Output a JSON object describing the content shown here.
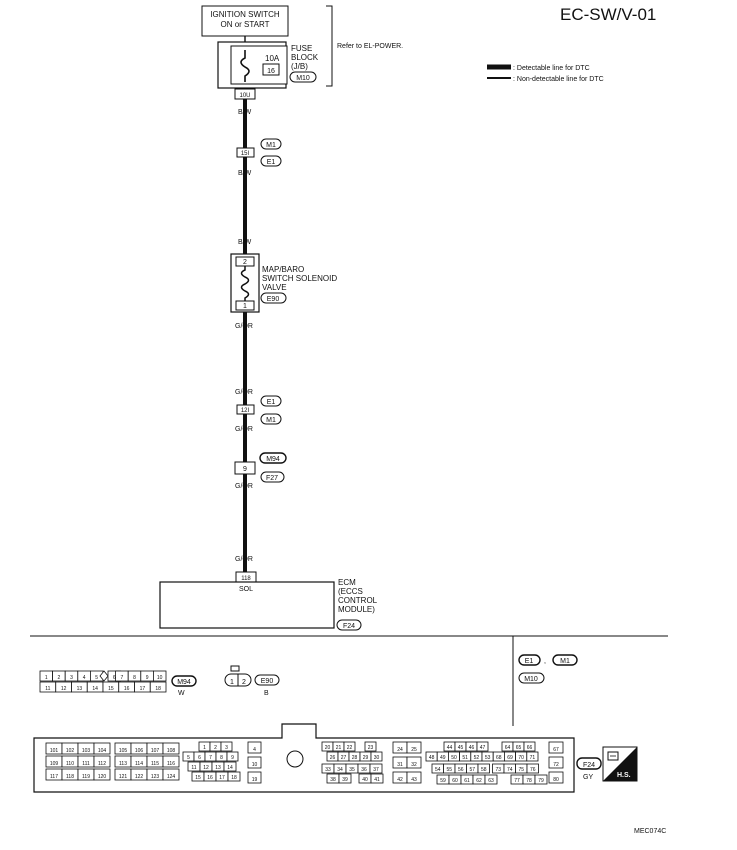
{
  "diagram": {
    "title": "EC-SW/V-01",
    "figure_code": "MEC074C",
    "legend": {
      "detectable": ": Detectable line for DTC",
      "non_detectable": ": Non-detectable line for DTC"
    },
    "ignition": {
      "line1": "IGNITION SWITCH",
      "line2": "ON or START"
    },
    "fuse": {
      "line1": "FUSE",
      "line2": "BLOCK",
      "line3": "(J/B)",
      "amp": "10A",
      "num": "16",
      "connector": "M10",
      "terminal": "10U"
    },
    "refer_note": "Refer to EL-POWER.",
    "wires": {
      "bw": "B/W",
      "gor": "G/OR"
    },
    "joint1": {
      "pin": "15I",
      "top": "M1",
      "bottom": "E1"
    },
    "solenoid": {
      "line1": "MAP/BARO",
      "line2": "SWITCH SOLENOID",
      "line3": "VALVE",
      "connector": "E90",
      "pin_top": "2",
      "pin_bottom": "1"
    },
    "joint2": {
      "pin": "12I",
      "top": "E1",
      "bottom": "M1"
    },
    "joint3": {
      "pin": "9",
      "top": "M94",
      "bottom": "F27"
    },
    "ecm": {
      "pin": "118",
      "sol": "SOL",
      "line1": "ECM",
      "line2": "(ECCS",
      "line3": "CONTROL",
      "line4": "MODULE)",
      "connector": "F24"
    },
    "bottom": {
      "m94": {
        "row1": [
          "1",
          "2",
          "3",
          "4",
          "5",
          "6",
          "7",
          "8",
          "9",
          "10"
        ],
        "row2": [
          "11",
          "12",
          "13",
          "14",
          "15",
          "16",
          "17",
          "18"
        ],
        "label": "M94",
        "color": "W"
      },
      "e90": {
        "pins": [
          "1",
          "2"
        ],
        "label": "E90",
        "color": "B"
      },
      "refs": {
        "e1": "E1",
        "m1": "M1",
        "sep": ",",
        "m10": "M10"
      },
      "f24": {
        "label": "F24",
        "color": "GY",
        "hs": "H.S."
      },
      "ecm_block_a": [
        [
          "101",
          "102",
          "103",
          "104"
        ],
        [
          "109",
          "110",
          "111",
          "112"
        ],
        [
          "117",
          "118",
          "119",
          "120"
        ]
      ],
      "ecm_block_b": [
        [
          "105",
          "106",
          "107",
          "108"
        ],
        [
          "113",
          "114",
          "115",
          "116"
        ],
        [
          "121",
          "122",
          "123",
          "124"
        ]
      ],
      "ecm_block_c": [
        [
          "1",
          "2",
          "3"
        ],
        [
          "5",
          "6",
          "7",
          "8",
          "9"
        ],
        [
          "11",
          "12",
          "13",
          "14"
        ],
        [
          "15",
          "16",
          "17",
          "18"
        ]
      ],
      "ecm_block_d": [
        "4",
        "10",
        "19"
      ],
      "ecm_block_e": [
        [
          "20",
          "21",
          "22",
          "23"
        ],
        [
          "26",
          "27",
          "28",
          "29",
          "30"
        ],
        [
          "33",
          "34",
          "35",
          "36",
          "37"
        ],
        [
          "38",
          "39",
          "40",
          "41"
        ]
      ],
      "ecm_block_f": [
        [
          "24",
          "25"
        ],
        [
          "31",
          "32"
        ],
        [
          "42",
          "43"
        ]
      ],
      "ecm_block_g": [
        [
          "44",
          "45",
          "46",
          "47",
          "64",
          "65",
          "66"
        ],
        [
          "48",
          "49",
          "50",
          "51",
          "52",
          "53",
          "68",
          "69",
          "70",
          "71"
        ],
        [
          "54",
          "55",
          "56",
          "57",
          "58",
          "73",
          "74",
          "75",
          "76"
        ],
        [
          "59",
          "60",
          "61",
          "62",
          "63",
          "77",
          "78",
          "79"
        ]
      ],
      "ecm_block_h": [
        "67",
        "72",
        "80"
      ]
    }
  }
}
